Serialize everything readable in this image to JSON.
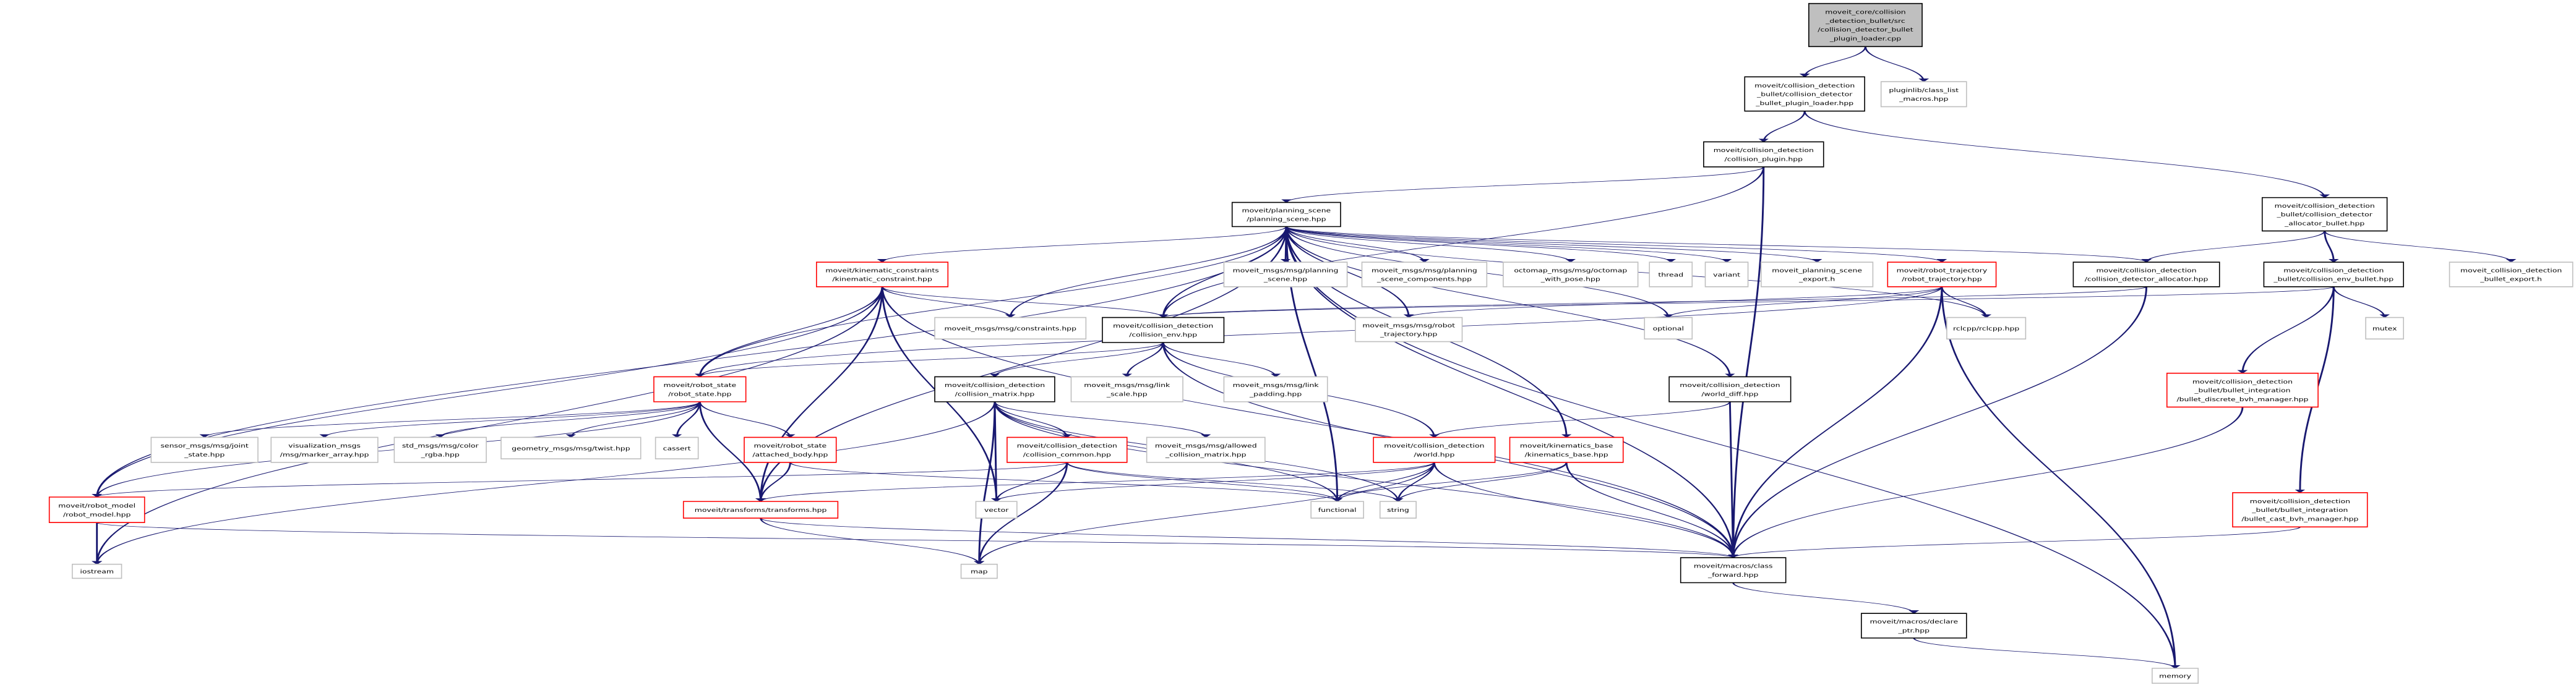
{
  "title": "collision_detector_bullet_plugin_loader.cpp include dependency graph",
  "colors": {
    "edge": "#191970",
    "main_fill": "#bfbfbf",
    "black_border": "#000000",
    "gray_border": "#bfbfbf",
    "red_border": "#ff0000"
  },
  "nodes": [
    {
      "id": "main",
      "style": "main",
      "lines": [
        "moveit_core/collision",
        "_detection_bullet/src",
        "/collision_detector_bullet",
        "_plugin_loader.cpp"
      ]
    },
    {
      "id": "loader_hpp",
      "style": "black",
      "lines": [
        "moveit/collision_detection",
        "_bullet/collision_detector",
        "_bullet_plugin_loader.hpp"
      ]
    },
    {
      "id": "pluginlib",
      "style": "gray",
      "lines": [
        "pluginlib/class_list",
        "_macros.hpp"
      ]
    },
    {
      "id": "collision_plugin",
      "style": "black",
      "lines": [
        "moveit/collision_detection",
        "/collision_plugin.hpp"
      ]
    },
    {
      "id": "planning_scene",
      "style": "black",
      "lines": [
        "moveit/planning_scene",
        "/planning_scene.hpp"
      ]
    },
    {
      "id": "allocator_bullet",
      "style": "black",
      "lines": [
        "moveit/collision_detection",
        "_bullet/collision_detector",
        "_allocator_bullet.hpp"
      ]
    },
    {
      "id": "kinematic_constraint",
      "style": "red",
      "lines": [
        "moveit/kinematic_constraints",
        "/kinematic_constraint.hpp"
      ]
    },
    {
      "id": "msg_planning_scene",
      "style": "gray",
      "lines": [
        "moveit_msgs/msg/planning",
        "_scene.hpp"
      ]
    },
    {
      "id": "msg_ps_components",
      "style": "gray",
      "lines": [
        "moveit_msgs/msg/planning",
        "_scene_components.hpp"
      ]
    },
    {
      "id": "octomap",
      "style": "gray",
      "lines": [
        "octomap_msgs/msg/octomap",
        "_with_pose.hpp"
      ]
    },
    {
      "id": "thread",
      "style": "gray",
      "lines": [
        "thread"
      ]
    },
    {
      "id": "variant",
      "style": "gray",
      "lines": [
        "variant"
      ]
    },
    {
      "id": "ps_export",
      "style": "gray",
      "lines": [
        "moveit_planning_scene",
        "_export.h"
      ]
    },
    {
      "id": "robot_trajectory",
      "style": "red",
      "lines": [
        "moveit/robot_trajectory",
        "/robot_trajectory.hpp"
      ]
    },
    {
      "id": "detector_allocator",
      "style": "black",
      "lines": [
        "moveit/collision_detection",
        "/collision_detector_allocator.hpp"
      ]
    },
    {
      "id": "env_bullet",
      "style": "black",
      "lines": [
        "moveit/collision_detection",
        "_bullet/collision_env_bullet.hpp"
      ]
    },
    {
      "id": "bullet_export",
      "style": "gray",
      "lines": [
        "moveit_collision_detection",
        "_bullet_export.h"
      ]
    },
    {
      "id": "msg_constraints",
      "style": "gray",
      "lines": [
        "moveit_msgs/msg/constraints.hpp"
      ]
    },
    {
      "id": "collision_env",
      "style": "black",
      "lines": [
        "moveit/collision_detection",
        "/collision_env.hpp"
      ]
    },
    {
      "id": "msg_robot_trajectory",
      "style": "gray",
      "lines": [
        "moveit_msgs/msg/robot",
        "_trajectory.hpp"
      ]
    },
    {
      "id": "optional",
      "style": "gray",
      "lines": [
        "optional"
      ]
    },
    {
      "id": "rclcpp",
      "style": "gray",
      "lines": [
        "rclcpp/rclcpp.hpp"
      ]
    },
    {
      "id": "mutex",
      "style": "gray",
      "lines": [
        "mutex"
      ]
    },
    {
      "id": "robot_state",
      "style": "red",
      "lines": [
        "moveit/robot_state",
        "/robot_state.hpp"
      ]
    },
    {
      "id": "collision_matrix",
      "style": "black",
      "lines": [
        "moveit/collision_detection",
        "/collision_matrix.hpp"
      ]
    },
    {
      "id": "link_scale",
      "style": "gray",
      "lines": [
        "moveit_msgs/msg/link",
        "_scale.hpp"
      ]
    },
    {
      "id": "link_padding",
      "style": "gray",
      "lines": [
        "moveit_msgs/msg/link",
        "_padding.hpp"
      ]
    },
    {
      "id": "world_diff",
      "style": "black",
      "lines": [
        "moveit/collision_detection",
        "/world_diff.hpp"
      ]
    },
    {
      "id": "discrete_bvh",
      "style": "red",
      "lines": [
        "moveit/collision_detection",
        "_bullet/bullet_integration",
        "/bullet_discrete_bvh_manager.hpp"
      ]
    },
    {
      "id": "joint_state",
      "style": "gray",
      "lines": [
        "sensor_msgs/msg/joint",
        "_state.hpp"
      ]
    },
    {
      "id": "marker_array",
      "style": "gray",
      "lines": [
        "visualization_msgs",
        "/msg/marker_array.hpp"
      ]
    },
    {
      "id": "color_rgba",
      "style": "gray",
      "lines": [
        "std_msgs/msg/color",
        "_rgba.hpp"
      ]
    },
    {
      "id": "twist",
      "style": "gray",
      "lines": [
        "geometry_msgs/msg/twist.hpp"
      ]
    },
    {
      "id": "cassert",
      "style": "gray",
      "lines": [
        "cassert"
      ]
    },
    {
      "id": "attached_body",
      "style": "red",
      "lines": [
        "moveit/robot_state",
        "/attached_body.hpp"
      ]
    },
    {
      "id": "collision_common",
      "style": "red",
      "lines": [
        "moveit/collision_detection",
        "/collision_common.hpp"
      ]
    },
    {
      "id": "allowed_cm",
      "style": "gray",
      "lines": [
        "moveit_msgs/msg/allowed",
        "_collision_matrix.hpp"
      ]
    },
    {
      "id": "world",
      "style": "red",
      "lines": [
        "moveit/collision_detection",
        "/world.hpp"
      ]
    },
    {
      "id": "kinematics_base",
      "style": "red",
      "lines": [
        "moveit/kinematics_base",
        "/kinematics_base.hpp"
      ]
    },
    {
      "id": "robot_model",
      "style": "red",
      "lines": [
        "moveit/robot_model",
        "/robot_model.hpp"
      ]
    },
    {
      "id": "transforms",
      "style": "red",
      "lines": [
        "moveit/transforms/transforms.hpp"
      ]
    },
    {
      "id": "vector",
      "style": "gray",
      "lines": [
        "vector"
      ]
    },
    {
      "id": "functional",
      "style": "gray",
      "lines": [
        "functional"
      ]
    },
    {
      "id": "string",
      "style": "gray",
      "lines": [
        "string"
      ]
    },
    {
      "id": "cast_bvh",
      "style": "red",
      "lines": [
        "moveit/collision_detection",
        "_bullet/bullet_integration",
        "/bullet_cast_bvh_manager.hpp"
      ]
    },
    {
      "id": "iostream",
      "style": "gray",
      "lines": [
        "iostream"
      ]
    },
    {
      "id": "map",
      "style": "gray",
      "lines": [
        "map"
      ]
    },
    {
      "id": "class_forward",
      "style": "black",
      "lines": [
        "moveit/macros/class",
        "_forward.hpp"
      ]
    },
    {
      "id": "declare_ptr",
      "style": "black",
      "lines": [
        "moveit/macros/declare",
        "_ptr.hpp"
      ]
    },
    {
      "id": "memory",
      "style": "gray",
      "lines": [
        "memory"
      ]
    }
  ],
  "edges": [
    [
      "main",
      "loader_hpp"
    ],
    [
      "main",
      "pluginlib"
    ],
    [
      "loader_hpp",
      "collision_plugin"
    ],
    [
      "loader_hpp",
      "allocator_bullet"
    ],
    [
      "collision_plugin",
      "planning_scene"
    ],
    [
      "collision_plugin",
      "collision_env"
    ],
    [
      "collision_plugin",
      "class_forward"
    ],
    [
      "allocator_bullet",
      "detector_allocator"
    ],
    [
      "allocator_bullet",
      "env_bullet"
    ],
    [
      "allocator_bullet",
      "bullet_export"
    ],
    [
      "env_bullet",
      "collision_env"
    ],
    [
      "env_bullet",
      "mutex"
    ],
    [
      "env_bullet",
      "discrete_bvh"
    ],
    [
      "env_bullet",
      "cast_bvh"
    ],
    [
      "discrete_bvh",
      "class_forward"
    ],
    [
      "cast_bvh",
      "class_forward"
    ],
    [
      "planning_scene",
      "kinematic_constraint"
    ],
    [
      "planning_scene",
      "msg_planning_scene"
    ],
    [
      "planning_scene",
      "msg_ps_components"
    ],
    [
      "planning_scene",
      "octomap"
    ],
    [
      "planning_scene",
      "thread"
    ],
    [
      "planning_scene",
      "variant"
    ],
    [
      "planning_scene",
      "ps_export"
    ],
    [
      "planning_scene",
      "robot_trajectory"
    ],
    [
      "planning_scene",
      "detector_allocator"
    ],
    [
      "planning_scene",
      "collision_env"
    ],
    [
      "planning_scene",
      "msg_constraints"
    ],
    [
      "planning_scene",
      "msg_robot_trajectory"
    ],
    [
      "planning_scene",
      "optional"
    ],
    [
      "planning_scene",
      "rclcpp"
    ],
    [
      "planning_scene",
      "world_diff"
    ],
    [
      "planning_scene",
      "robot_state"
    ],
    [
      "planning_scene",
      "robot_model"
    ],
    [
      "planning_scene",
      "transforms"
    ],
    [
      "planning_scene",
      "memory"
    ],
    [
      "planning_scene",
      "class_forward"
    ],
    [
      "planning_scene",
      "kinematics_base"
    ],
    [
      "planning_scene",
      "functional"
    ],
    [
      "kinematic_constraint",
      "msg_constraints"
    ],
    [
      "kinematic_constraint",
      "collision_env"
    ],
    [
      "kinematic_constraint",
      "robot_state"
    ],
    [
      "kinematic_constraint",
      "robot_model"
    ],
    [
      "kinematic_constraint",
      "transforms"
    ],
    [
      "kinematic_constraint",
      "iostream"
    ],
    [
      "kinematic_constraint",
      "vector"
    ],
    [
      "kinematic_constraint",
      "class_forward"
    ],
    [
      "robot_trajectory",
      "robot_state"
    ],
    [
      "robot_trajectory",
      "msg_robot_trajectory"
    ],
    [
      "robot_trajectory",
      "optional"
    ],
    [
      "robot_trajectory",
      "rclcpp"
    ],
    [
      "robot_trajectory",
      "memory"
    ],
    [
      "robot_trajectory",
      "class_forward"
    ],
    [
      "detector_allocator",
      "collision_env"
    ],
    [
      "detector_allocator",
      "class_forward"
    ],
    [
      "collision_env",
      "robot_state"
    ],
    [
      "collision_env",
      "collision_matrix"
    ],
    [
      "collision_env",
      "link_scale"
    ],
    [
      "collision_env",
      "link_padding"
    ],
    [
      "collision_env",
      "world"
    ],
    [
      "collision_env",
      "class_forward"
    ],
    [
      "world_diff",
      "world"
    ],
    [
      "world_diff",
      "class_forward"
    ],
    [
      "robot_state",
      "joint_state"
    ],
    [
      "robot_state",
      "marker_array"
    ],
    [
      "robot_state",
      "color_rgba"
    ],
    [
      "robot_state",
      "twist"
    ],
    [
      "robot_state",
      "cassert"
    ],
    [
      "robot_state",
      "attached_body"
    ],
    [
      "robot_state",
      "transforms"
    ],
    [
      "robot_state",
      "robot_model"
    ],
    [
      "collision_matrix",
      "collision_common"
    ],
    [
      "collision_matrix",
      "allowed_cm"
    ],
    [
      "collision_matrix",
      "vector"
    ],
    [
      "collision_matrix",
      "map"
    ],
    [
      "collision_matrix",
      "functional"
    ],
    [
      "collision_matrix",
      "string"
    ],
    [
      "collision_matrix",
      "iostream"
    ],
    [
      "collision_matrix",
      "class_forward"
    ],
    [
      "attached_body",
      "transforms"
    ],
    [
      "attached_body",
      "functional"
    ],
    [
      "collision_common",
      "robot_model"
    ],
    [
      "collision_common",
      "vector"
    ],
    [
      "collision_common",
      "map"
    ],
    [
      "collision_common",
      "string"
    ],
    [
      "collision_common",
      "functional"
    ],
    [
      "world",
      "transforms"
    ],
    [
      "world",
      "vector"
    ],
    [
      "world",
      "functional"
    ],
    [
      "world",
      "string"
    ],
    [
      "world",
      "map"
    ],
    [
      "world",
      "class_forward"
    ],
    [
      "kinematics_base",
      "functional"
    ],
    [
      "kinematics_base",
      "string"
    ],
    [
      "kinematics_base",
      "class_forward"
    ],
    [
      "robot_model",
      "iostream"
    ],
    [
      "robot_model",
      "class_forward"
    ],
    [
      "transforms",
      "map"
    ],
    [
      "transforms",
      "class_forward"
    ],
    [
      "class_forward",
      "declare_ptr"
    ],
    [
      "declare_ptr",
      "memory"
    ]
  ]
}
